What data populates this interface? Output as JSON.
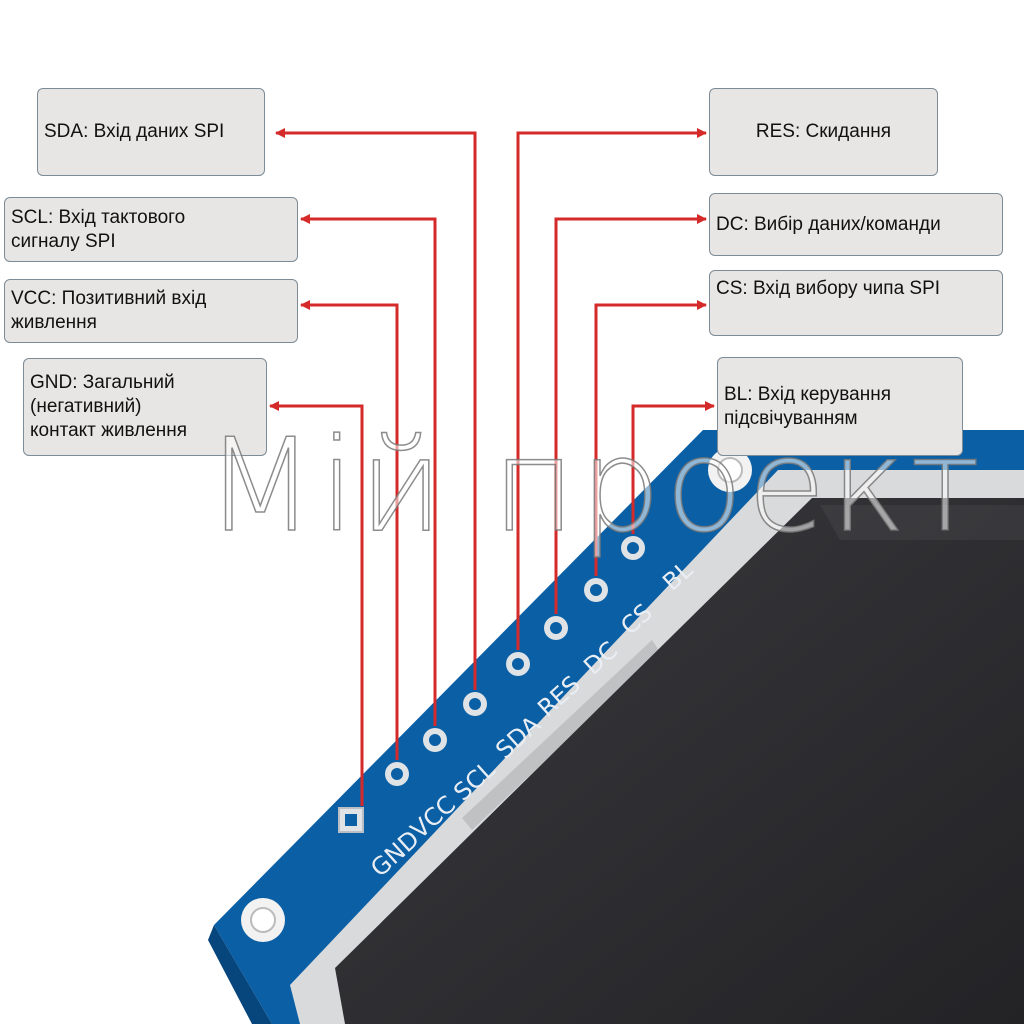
{
  "labels": {
    "sda": "SDA: Вхід даних SPI",
    "scl": "SCL: Вхід тактового\nсигналу SPI",
    "vcc": "VCC: Позитивний вхід\nживлення",
    "gnd": "GND: Загальний\n(негативний)\nконтакт живлення",
    "res": "RES: Скидання",
    "dc": "DC: Вибір даних/команди",
    "cs": "CS: Вхід вибору чипа SPI",
    "bl": "BL: Вхід керування\nпідсвічуванням"
  },
  "pins": [
    "GND",
    "VCC",
    "SCL",
    "SDA",
    "RES",
    "DC",
    "CS",
    "BL"
  ],
  "watermark": "Мій проект",
  "colors": {
    "board": "#0b5fa5",
    "board_dark": "#07467d",
    "screen": "#2b2b2e",
    "screen_frame": "#d9dadb",
    "leader": "#d42a2a",
    "box_fill": "#e8e6e5",
    "box_border": "#7d8b96"
  }
}
